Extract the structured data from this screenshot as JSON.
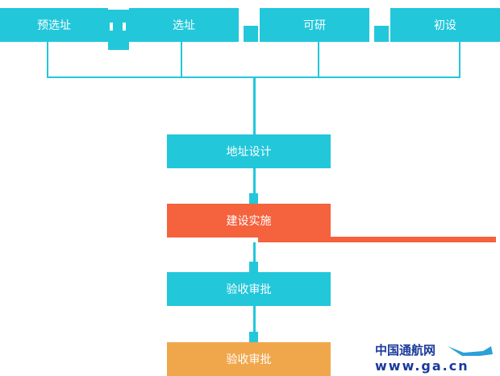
{
  "top": [
    "预选址",
    "选址",
    "可研",
    "初设"
  ],
  "flow": [
    "地址设计",
    "建设实施",
    "验收审批",
    "验收审批"
  ],
  "watermark": {
    "cn": "中国通航网",
    "url": "www.ga.cn"
  },
  "colors": {
    "teal": "#22c7da",
    "orange": "#f5623e",
    "amber": "#f0a74c"
  }
}
